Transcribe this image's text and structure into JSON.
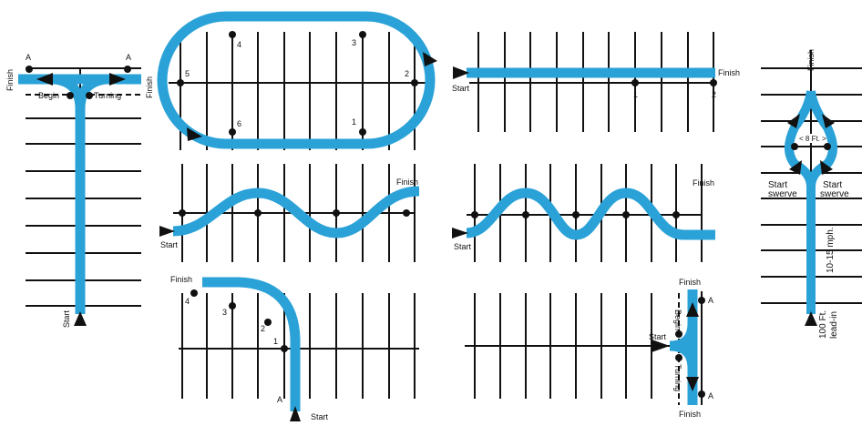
{
  "colors": {
    "path": "#2aa2d8",
    "lines": "#111111",
    "background": "#ffffff"
  },
  "icons": {
    "arrow": "triangle-arrow-icon",
    "cone": "cone-dot-icon"
  },
  "labels": {
    "start": "Start",
    "finish": "Finish",
    "begin": "Begin",
    "turning": "Turning",
    "a": "A",
    "start_swerve_1": "Start",
    "start_swerve_2": "swerve",
    "gap": "< 8 Ft. >",
    "speed": "10-15 mph.",
    "lead_in_1": "100 Ft.",
    "lead_in_2": "lead-in"
  },
  "numbers": {
    "oval": [
      "1",
      "2",
      "3",
      "4",
      "5",
      "6"
    ],
    "straight": [
      "1",
      "2"
    ],
    "curve": [
      "1",
      "2",
      "3",
      "4"
    ]
  }
}
